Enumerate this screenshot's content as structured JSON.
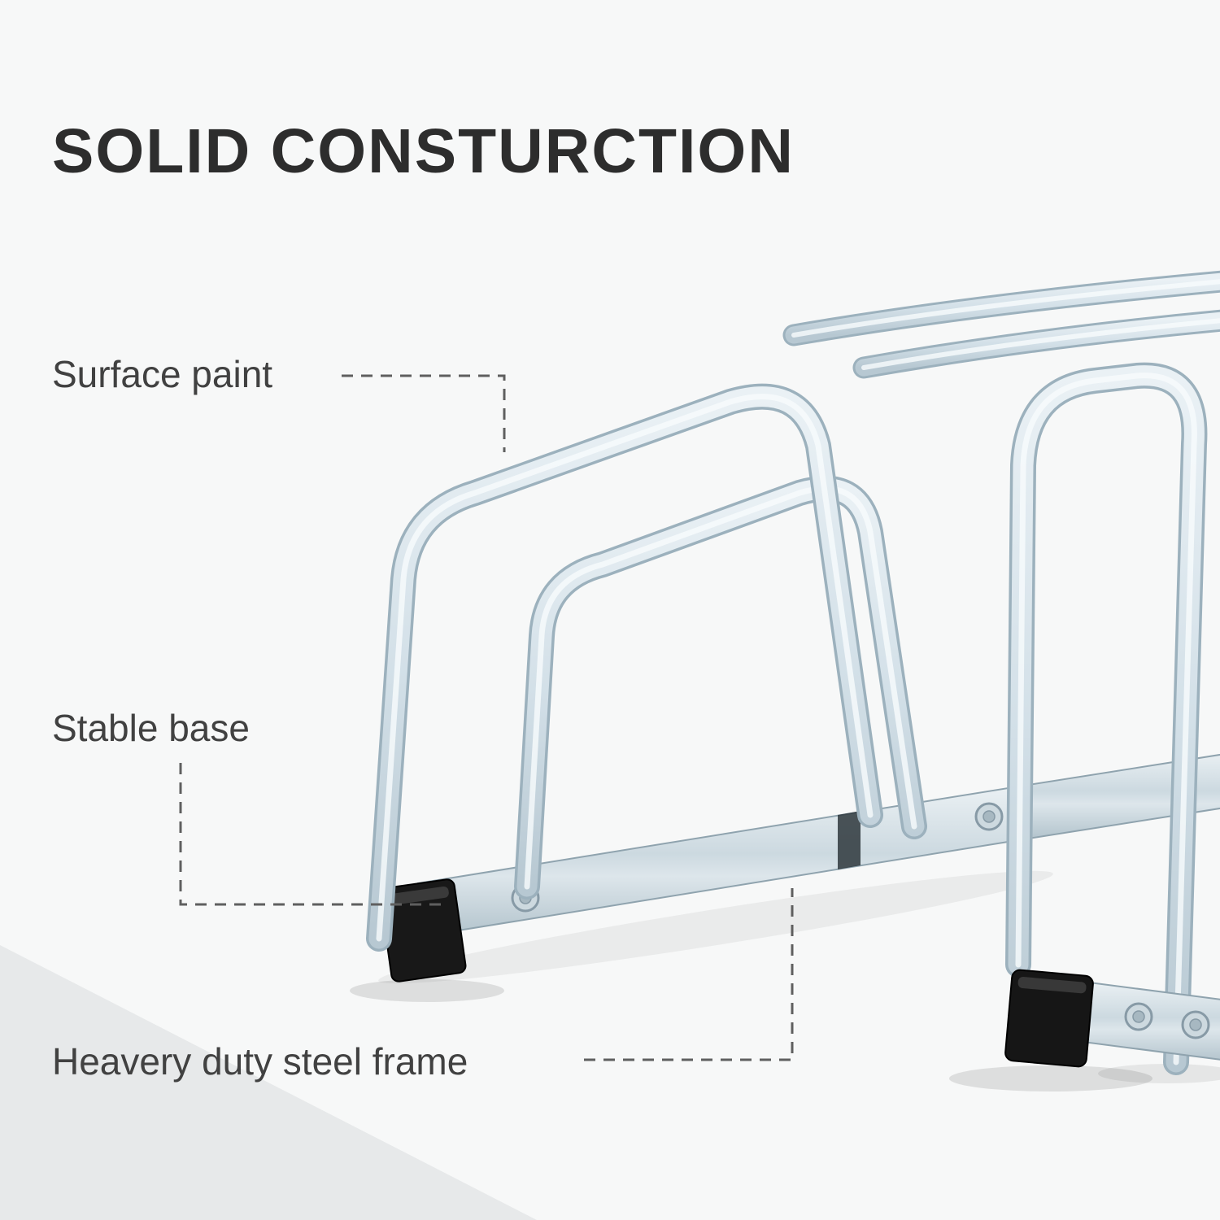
{
  "title": "SOLID CONSTURCTION",
  "annotations": {
    "surface_paint": "Surface paint",
    "stable_base": "Stable base",
    "steel_frame": "Heavery duty steel frame"
  },
  "colors": {
    "background": "#f7f8f8",
    "floor": "#e7e9ea",
    "title_text": "#2d2d2d",
    "label_text": "#414141",
    "leader_line": "#5f5f5f",
    "tube_silver": "#d3e0e8",
    "tube_edge": "#9cb1bd",
    "rail_steel": "#ccd9e0",
    "rubber_cap": "#1a1a1a"
  }
}
